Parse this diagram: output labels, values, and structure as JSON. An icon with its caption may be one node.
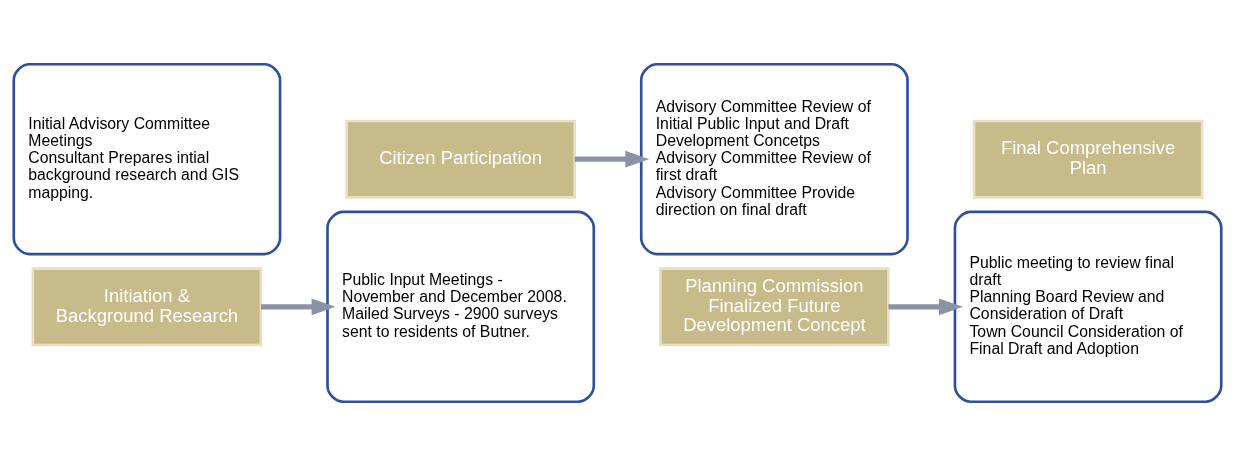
{
  "diagram": {
    "nodes": [
      {
        "text": [
          "Initial Advisory Committee Meetings",
          "Consultant Prepares intial background research and GIS mapping."
        ]
      },
      {
        "text": [
          "Initiation & Background Research"
        ]
      },
      {
        "text": [
          "Citizen Participation"
        ]
      },
      {
        "text": [
          "Public Input Meetings - November and December 2008.",
          "Mailed Surveys - 2900 surveys sent to residents of Butner."
        ]
      },
      {
        "text": [
          "Advisory Committee Review of Initial Public Input and Draft Development Concetps",
          "Advisory Committee Review of first draft",
          "Advisory Committee Provide direction on final draft"
        ]
      },
      {
        "text": [
          "Planning Commission Finalized Future Development Concept"
        ]
      },
      {
        "text": [
          "Final Comprehensive Plan"
        ]
      },
      {
        "text": [
          "Public meeting to review final draft",
          "Planning Board Review and Consideration of Draft",
          "Town Council Consideration of Final Draft and Adoption"
        ]
      }
    ],
    "edges": [
      {
        "from": 1,
        "to": 3,
        "arrow": "to"
      },
      {
        "from": 2,
        "to": 4,
        "arrow": "to"
      },
      {
        "from": 5,
        "to": 7,
        "arrow": "to"
      }
    ]
  }
}
